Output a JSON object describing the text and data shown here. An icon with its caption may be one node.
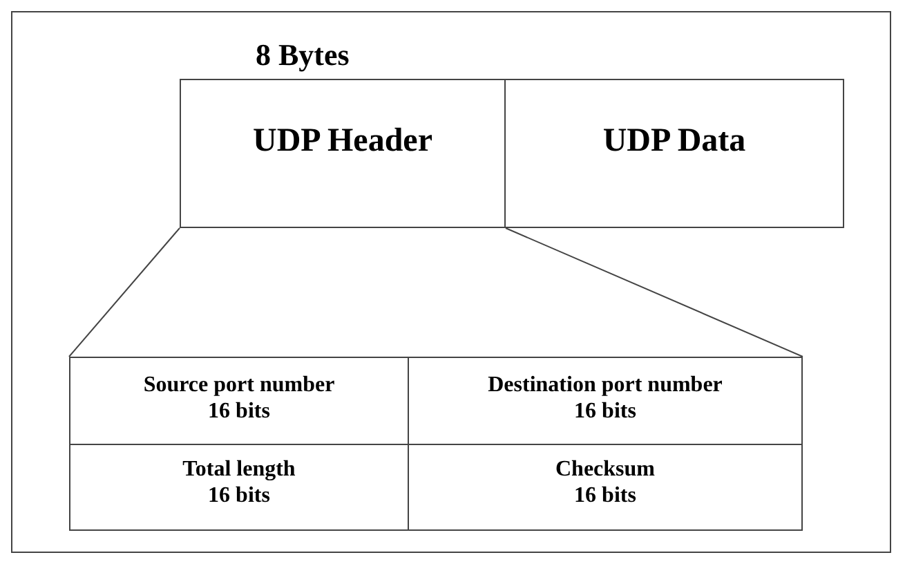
{
  "diagram": {
    "nodes": [
      {
        "text": [],
        "shape": "box"
      },
      {
        "text": [
          "UDP Header"
        ],
        "in": 0,
        "beside": [
          "8 Bytes"
        ]
      },
      {
        "text": [
          "UDP Data"
        ],
        "in": 0
      },
      {
        "text": [],
        "shape": "box",
        "in": 0
      },
      {
        "text": [
          "Source port number",
          "16 bits"
        ],
        "in": 3
      },
      {
        "text": [
          "Destination port number",
          "16 bits"
        ],
        "in": 3
      },
      {
        "text": [
          "Total length",
          "16 bits"
        ],
        "in": 3
      },
      {
        "text": [
          "Checksum",
          "16 bits"
        ],
        "in": 3
      }
    ],
    "edges": [
      {
        "from": 1,
        "to": 3,
        "arrow": "none"
      },
      {
        "from": 1,
        "to": 3,
        "arrow": "none"
      }
    ]
  }
}
